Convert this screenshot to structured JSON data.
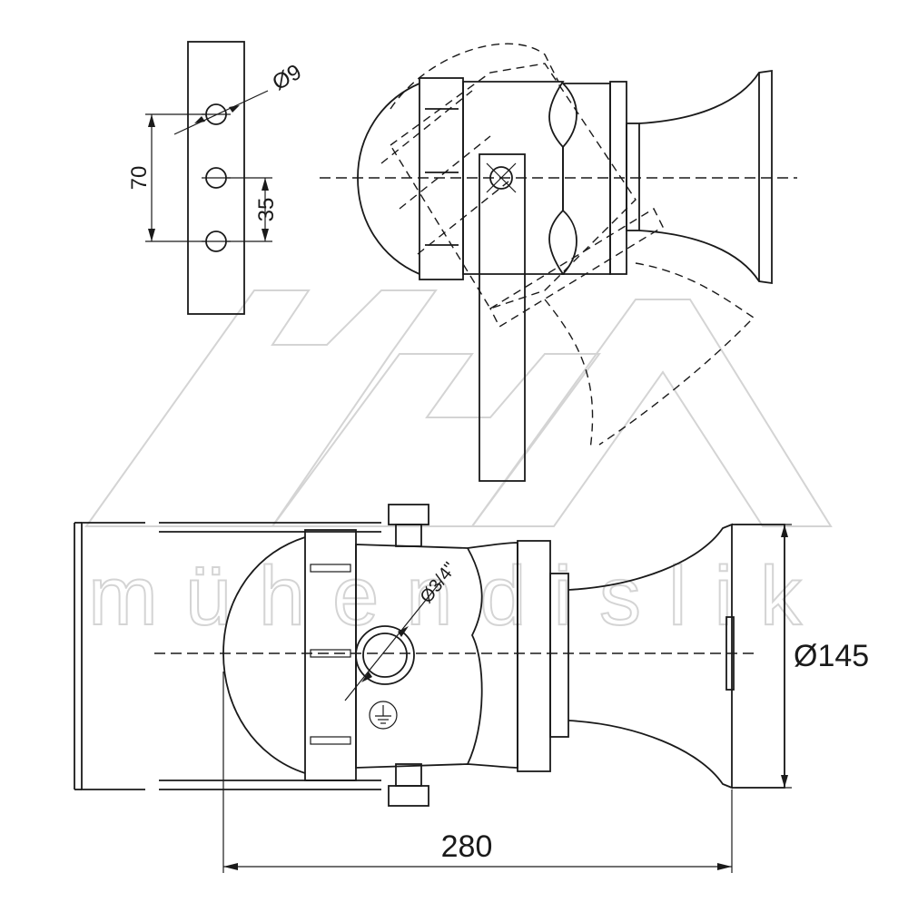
{
  "watermark": {
    "logo_text": "mühendislik"
  },
  "dimensions": {
    "hole_diameter": "Ø9",
    "hole_span": "70",
    "hole_pitch": "35",
    "thread_size": "Ø3/4\"",
    "horn_diameter": "Ø145",
    "overall_length": "280"
  }
}
